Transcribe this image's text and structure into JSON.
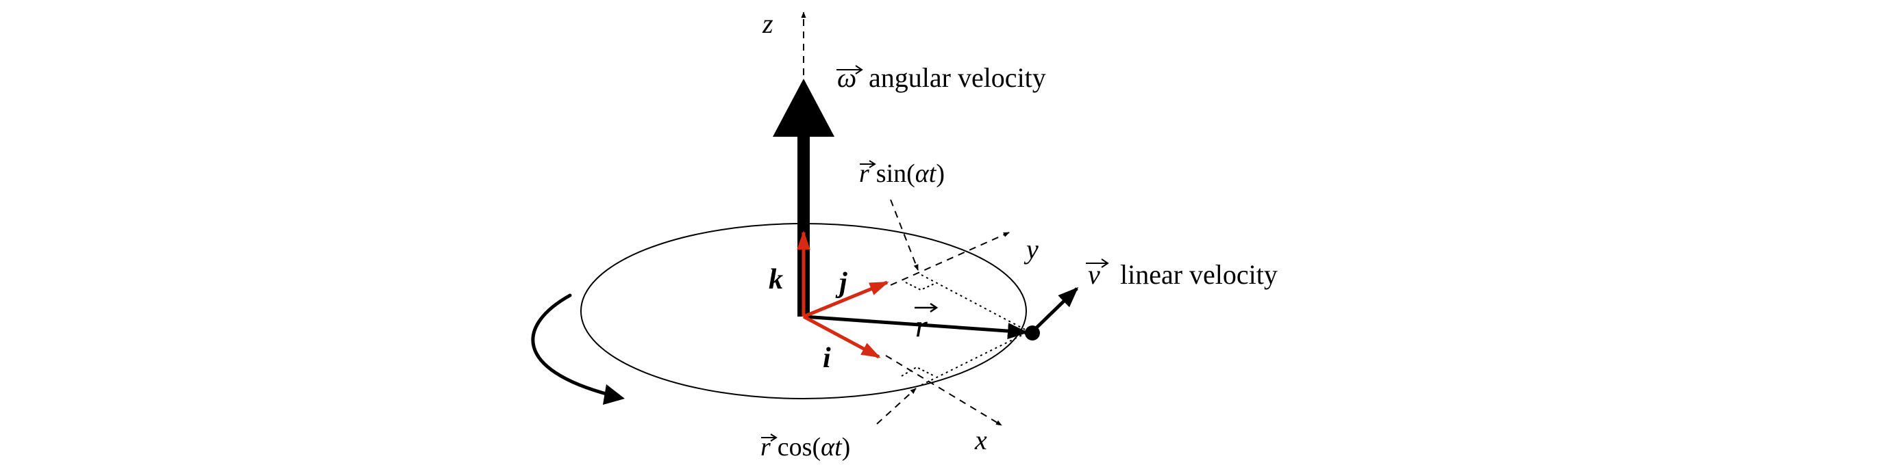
{
  "colors": {
    "ink": "#000000",
    "unit_vector": "#d62b12",
    "background": "#ffffff"
  },
  "axes": {
    "z": "z",
    "y": "y",
    "x": "x"
  },
  "unit_vectors": {
    "k": "k",
    "j": "j",
    "i": "i"
  },
  "vectors": {
    "r": "r",
    "omega": "ω",
    "v": "v"
  },
  "labels": {
    "angular_velocity": "angular velocity",
    "linear_velocity": "linear velocity",
    "r_sin_vec": "r",
    "r_sin_fn": "sin(",
    "r_cos_vec": "r",
    "r_cos_fn": "cos(",
    "alpha": "α",
    "t": "t",
    "close_paren": ")"
  },
  "icons": {
    "rotation_arrow": "curved-rotation-arrow-icon",
    "point_mass": "point-mass-icon"
  }
}
